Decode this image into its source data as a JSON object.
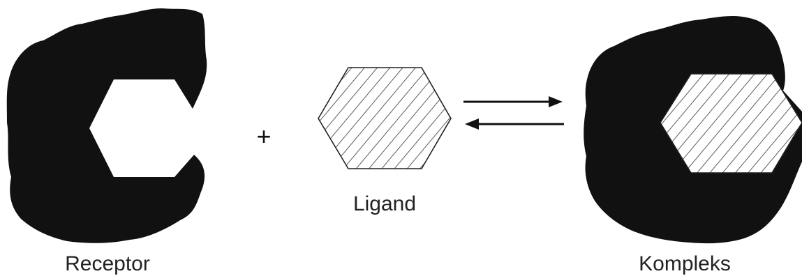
{
  "labels": {
    "receptor": "Receptor",
    "ligand": "Ligand",
    "complex": "Kompleks",
    "plus": "+"
  },
  "colors": {
    "shape_fill": "#111111",
    "outline": "#222222",
    "hatch": "#333333",
    "background": "#ffffff"
  }
}
